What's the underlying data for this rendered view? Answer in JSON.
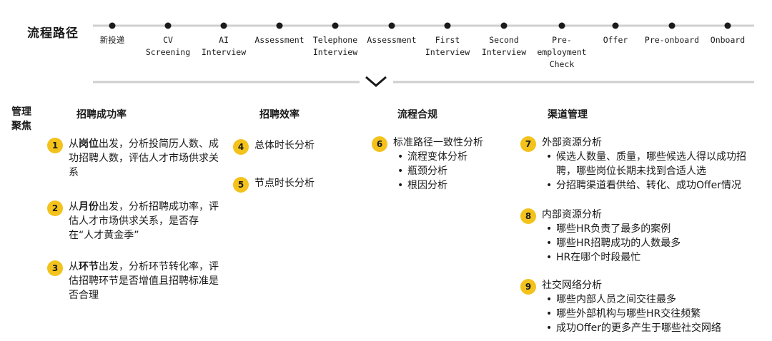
{
  "path": {
    "title": "流程路径",
    "stages": [
      "新投递",
      "CV\nScreening",
      "AI\nInterview",
      "Assessment",
      "Telephone\nInterview",
      "Assessment",
      "First\nInterview",
      "Second\nInterview",
      "Pre-\nemployment\nCheck",
      "Offer",
      "Pre-onboard",
      "Onboard"
    ]
  },
  "focus": {
    "title": "管理聚焦",
    "columns": [
      {
        "title": "招聘成功率",
        "items": [
          {
            "num": "1",
            "pre": "从",
            "bold": "岗位",
            "post": "出发，分析投简历人数、成功招聘人数，评估人才市场供求关系"
          },
          {
            "num": "2",
            "pre": "从",
            "bold": "月份",
            "post": "出发，分析招聘成功率，评估人才市场供求关系，是否存在“人才黄金季”"
          },
          {
            "num": "3",
            "pre": "从",
            "bold": "环节",
            "post": "出发，分析环节转化率，评估招聘环节是否增值且招聘标准是否合理"
          }
        ]
      },
      {
        "title": "招聘效率",
        "items": [
          {
            "num": "4",
            "text": "总体时长分析"
          },
          {
            "num": "5",
            "text": "节点时长分析"
          }
        ]
      },
      {
        "title": "流程合规",
        "items": [
          {
            "num": "6",
            "text": "标准路径一致性分析",
            "bullets": [
              "流程变体分析",
              "瓶颈分析",
              "根因分析"
            ]
          }
        ]
      },
      {
        "title": "渠道管理",
        "items": [
          {
            "num": "7",
            "text": "外部资源分析",
            "bullets": [
              "候选人数量、质量，哪些候选人得以成功招聘，哪些岗位长期未找到合适人选",
              "分招聘渠道看供给、转化、成功Offer情况"
            ]
          },
          {
            "num": "8",
            "text": "内部资源分析",
            "bullets": [
              "哪些HR负责了最多的案例",
              "哪些HR招聘成功的人数最多",
              "HR在哪个时段最忙"
            ]
          },
          {
            "num": "9",
            "text": "社交网络分析",
            "bullets": [
              "哪些内部人员之间交往最多",
              "哪些外部机构与哪些HR交往频繁",
              "成功Offer的更多产生于哪些社交网络"
            ]
          }
        ]
      }
    ]
  }
}
